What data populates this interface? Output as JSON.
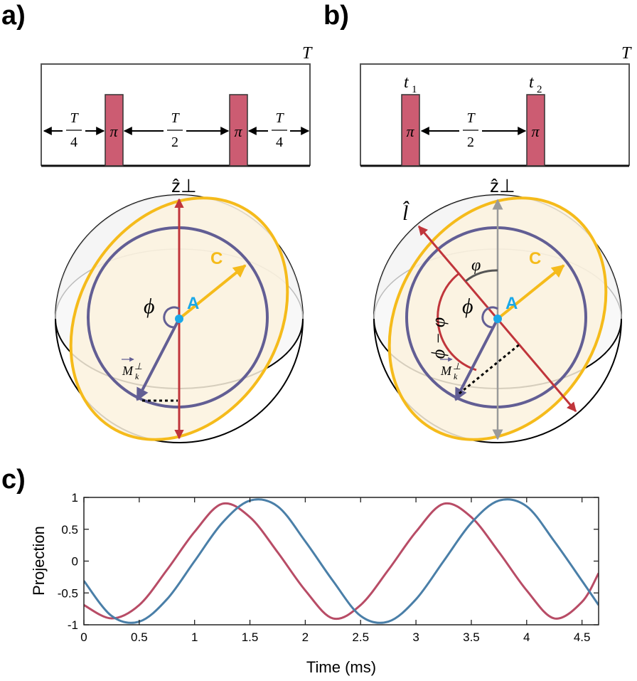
{
  "panels": {
    "a": "a)",
    "b": "b)",
    "c": "c)"
  },
  "panel_a": {
    "period_label": "T",
    "pulse_label": "π",
    "frac_T": "T",
    "frac_4": "4",
    "frac_2": "2",
    "z_axis_label": "ẑ⊥",
    "c_label": "C",
    "a_label": "A",
    "phi_label": "ϕ",
    "m_vec": "M",
    "m_sup": "⊥",
    "m_sub": "k"
  },
  "panel_b": {
    "period_label": "T",
    "pulse_label": "π",
    "t1_base": "t",
    "t1_sub": "1",
    "t2_base": "t",
    "t2_sub": "2",
    "frac_T": "T",
    "frac_2": "2",
    "z_axis_label": "ẑ⊥",
    "l_label": "l̂",
    "varphi_label": "φ",
    "phi_minus_varphi": "ϕ − φ",
    "c_label": "C",
    "a_label": "A",
    "phi_label": "ϕ",
    "m_vec": "M",
    "m_sup": "⊥",
    "m_sub": "k"
  },
  "colors": {
    "pulse": "#cc5c72",
    "red_axis": "#c0353b",
    "gold": "#f5bb1b",
    "purple": "#625e94",
    "blue_dot": "#1aa8e8",
    "sphere_fill": "#fbf2de"
  },
  "chart_data": {
    "type": "line",
    "xlabel": "Time (ms)",
    "ylabel": "Projection",
    "xlim": [
      0,
      4.65
    ],
    "ylim": [
      -1,
      1
    ],
    "xticks": [
      "0",
      "0.5",
      "1",
      "1.5",
      "2",
      "2.5",
      "3",
      "3.5",
      "4",
      "4.5"
    ],
    "yticks": [
      "1",
      "0.5",
      "0",
      "-0.5",
      "-1"
    ],
    "grid": false,
    "series": [
      {
        "color": "#b84c66",
        "x": [
          0,
          0.25,
          0.5,
          0.75,
          1.0,
          1.25,
          1.5,
          1.75,
          2.0,
          2.25,
          2.5,
          2.75,
          3.0,
          3.25,
          3.5,
          3.75,
          4.0,
          4.25,
          4.5,
          4.65
        ],
        "y": [
          -0.69,
          -0.9,
          -0.69,
          -0.14,
          0.46,
          0.9,
          0.69,
          0.14,
          -0.46,
          -0.9,
          -0.69,
          -0.14,
          0.46,
          0.9,
          0.69,
          0.14,
          -0.46,
          -0.9,
          -0.64,
          -0.19
        ]
      },
      {
        "color": "#4a7fa8",
        "x": [
          0,
          0.25,
          0.5,
          0.75,
          1.0,
          1.25,
          1.5,
          1.75,
          2.0,
          2.25,
          2.5,
          2.75,
          3.0,
          3.25,
          3.5,
          3.75,
          4.0,
          4.25,
          4.5,
          4.65
        ],
        "y": [
          -0.31,
          -0.86,
          -0.95,
          -0.6,
          0.0,
          0.6,
          0.95,
          0.86,
          0.31,
          -0.31,
          -0.86,
          -0.95,
          -0.6,
          0.0,
          0.6,
          0.95,
          0.86,
          0.31,
          -0.31,
          -0.69
        ]
      }
    ]
  }
}
